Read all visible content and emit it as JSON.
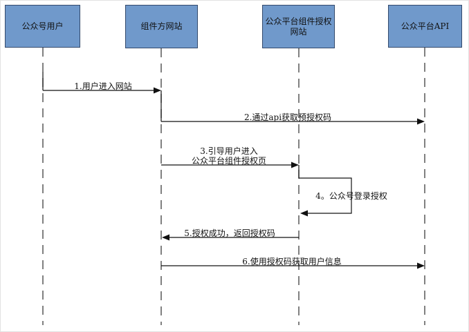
{
  "diagram_type": "uml-sequence-diagram",
  "actors": [
    {
      "id": "user",
      "label_lines": [
        "公众号用户"
      ]
    },
    {
      "id": "component",
      "label_lines": [
        "组件方网站"
      ]
    },
    {
      "id": "authsite",
      "label_lines": [
        "公众平台组件授权",
        "网站"
      ]
    },
    {
      "id": "api",
      "label_lines": [
        "公众平台API"
      ]
    }
  ],
  "messages": [
    {
      "seq": "1",
      "from": "公众号用户",
      "to": "组件方网站",
      "lines": [
        "1.用户进入网站"
      ]
    },
    {
      "seq": "2",
      "from": "组件方网站",
      "to": "公众平台API",
      "lines": [
        "2.通过api获取预授权码"
      ]
    },
    {
      "seq": "3",
      "from": "组件方网站",
      "to": "公众平台组件授权网站",
      "lines": [
        "3.引导用户进入",
        "公众平台组件授权页"
      ]
    },
    {
      "seq": "4",
      "from": "公众平台组件授权网站",
      "to": "公众平台组件授权网站",
      "lines": [
        "4。公众号登录授权"
      ]
    },
    {
      "seq": "5",
      "from": "公众平台组件授权网站",
      "to": "组件方网站",
      "lines": [
        "5.授权成功，返回授权码"
      ]
    },
    {
      "seq": "6",
      "from": "组件方网站",
      "to": "公众平台API",
      "lines": [
        "6.使用授权码获取用户信息"
      ]
    }
  ],
  "colors": {
    "bg": "#ffffff",
    "box_fill": "#7099cb",
    "box_border": "#33496b",
    "line_color": "#111111",
    "lifeline_color": "#4a4a4a",
    "text_color": "#111111"
  }
}
